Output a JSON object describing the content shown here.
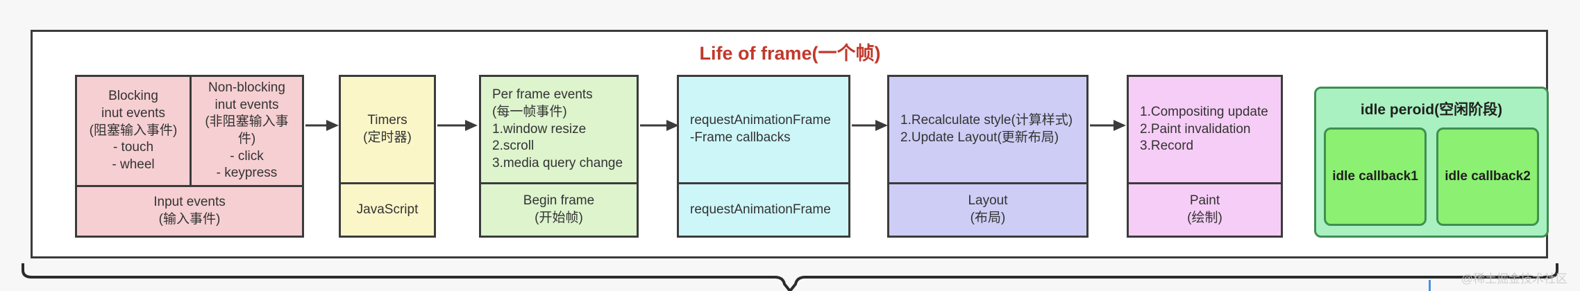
{
  "diagram": {
    "title": "Life of frame(一个帧)",
    "title_color": "#c0392b",
    "watermark": "@稀土掘金技术社区"
  },
  "nodes": {
    "input_events": {
      "blocking": "Blocking\ninut events\n(阻塞输入事件)\n- touch\n- wheel",
      "blocking_lines": [
        "Blocking",
        "inut events",
        "(阻塞输入事件)",
        "- touch",
        "- wheel"
      ],
      "non_blocking_lines": [
        "Non-blocking",
        "inut events",
        "(非阻塞输入事件)",
        "- click",
        "- keypress"
      ],
      "footer_lines": [
        "Input events",
        "(输入事件)"
      ],
      "color": "#f6cfd2"
    },
    "timers": {
      "top_lines": [
        "Timers",
        "(定时器)"
      ],
      "bottom_lines": [
        "JavaScript"
      ],
      "color": "#fbf6c8"
    },
    "per_frame": {
      "top_lines": [
        "Per frame events",
        "(每一帧事件)",
        "1.window resize",
        "2.scroll",
        "3.media query change"
      ],
      "bottom_lines": [
        "Begin frame",
        "(开始帧)"
      ],
      "color": "#ddf4cd"
    },
    "raf": {
      "top_lines": [
        "requestAnimationFrame",
        "-Frame callbacks"
      ],
      "bottom_lines": [
        "requestAnimationFrame"
      ],
      "color": "#cdf6f8"
    },
    "layout": {
      "top_lines": [
        "1.Recalculate style(计算样式)",
        "2.Update Layout(更新布局)"
      ],
      "bottom_lines": [
        "Layout",
        "(布局)"
      ],
      "color": "#cdcdf5"
    },
    "paint": {
      "top_lines": [
        "1.Compositing update",
        "2.Paint invalidation",
        "3.Record"
      ],
      "bottom_lines": [
        "Paint",
        "(绘制)"
      ],
      "color": "#f6cdf6"
    },
    "idle": {
      "title": "idle peroid(空闲阶段)",
      "callbacks": [
        "idle callback1",
        "idle callback2"
      ],
      "color": "#a9f1c0",
      "callback_color": "#8cf072"
    }
  },
  "arrows": {
    "count": 5,
    "labels": [
      "input-to-timers",
      "timers-to-per-frame",
      "per-frame-to-raf",
      "raf-to-layout",
      "layout-to-paint"
    ]
  }
}
